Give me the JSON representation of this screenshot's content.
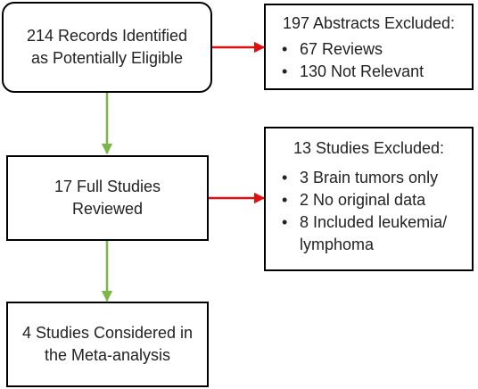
{
  "boxes": {
    "records": {
      "lines": [
        "214 Records Identified",
        "as Potentially  Eligible"
      ]
    },
    "abstracts_excluded": {
      "title": "197 Abstracts Excluded:",
      "items": [
        {
          "lines": [
            "67 Reviews"
          ]
        },
        {
          "lines": [
            "130 Not Relevant"
          ]
        }
      ]
    },
    "full_studies": {
      "lines": [
        "17 Full Studies",
        "Reviewed"
      ]
    },
    "studies_excluded": {
      "title": "13 Studies Excluded:",
      "items": [
        {
          "lines": [
            "3 Brain tumors only"
          ]
        },
        {
          "lines": [
            "2 No original data"
          ]
        },
        {
          "lines": [
            "8 Included leukemia/",
            "lymphoma"
          ]
        }
      ]
    },
    "meta_analysis": {
      "lines": [
        "4 Studies Considered in",
        "the Meta-analysis"
      ]
    }
  },
  "colors": {
    "border": "#000000",
    "text": "#222222",
    "exclusion_arrow": "#e01010",
    "flow_arrow": "#7ab648"
  }
}
